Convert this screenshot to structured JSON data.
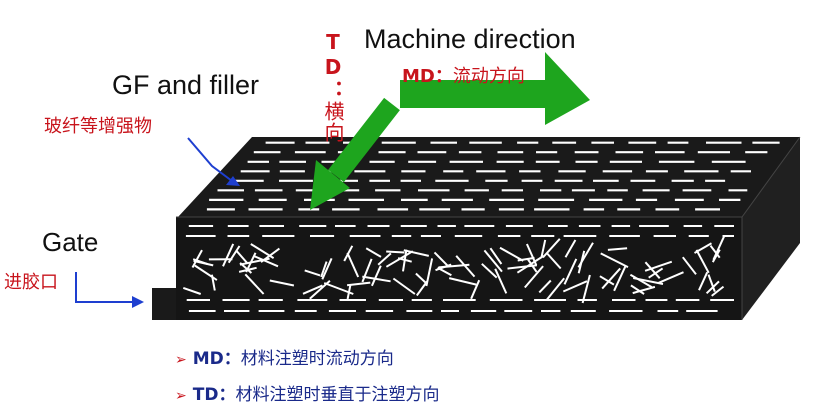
{
  "labels": {
    "machine_direction": "Machine direction",
    "md_flow_key": "MD：",
    "md_flow_cn": "流动方向",
    "td_key": "TD：",
    "td_cn": "横向",
    "gf_filler": "GF and filler",
    "gf_filler_cn": "玻纤等增强物",
    "gate": "Gate",
    "gate_cn": "进胶口"
  },
  "bullets": [
    {
      "mark": "➢",
      "key": "MD：",
      "desc": "材料注塑时流动方向"
    },
    {
      "mark": "➢",
      "key": "TD：",
      "desc": "材料注塑时垂直于注塑方向"
    }
  ],
  "colors": {
    "block": "#1a1a1a",
    "fiber": "#ffffff",
    "arrow": "#1ea51e",
    "pointer": "#1e3fd0",
    "label_red": "#c8141c",
    "bullet_text": "#1a2a8a"
  }
}
